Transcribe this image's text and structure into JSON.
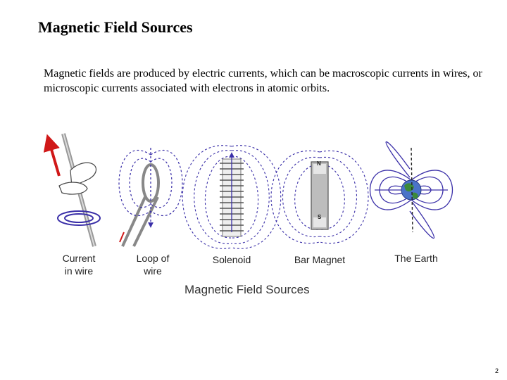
{
  "slide": {
    "title": "Magnetic Field Sources",
    "body": "Magnetic fields are produced by electric currents, which can be macroscopic currents in wires, or microscopic currents associated with electrons in atomic orbits.",
    "page_number": "2"
  },
  "figure": {
    "caption": "Magnetic Field Sources",
    "panels": [
      {
        "label": "Current\nin wire",
        "icon": "current-in-wire"
      },
      {
        "label": "Loop of\nwire",
        "icon": "loop-of-wire"
      },
      {
        "label": "Solenoid",
        "icon": "solenoid"
      },
      {
        "label": "Bar Magnet",
        "icon": "bar-magnet"
      },
      {
        "label": "The Earth",
        "icon": "earth"
      }
    ],
    "pole_labels": {
      "north": "N",
      "south": "S"
    },
    "colors": {
      "field_lines": "#3a2fa8",
      "current_arrow": "#d01818",
      "earth_land": "#3c8a3a",
      "earth_ocean": "#4a73c8"
    }
  }
}
